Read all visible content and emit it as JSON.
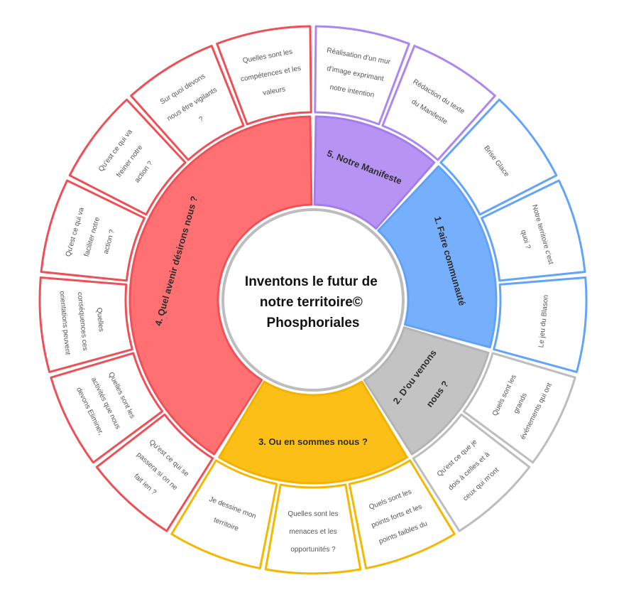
{
  "center": {
    "title_lines": [
      "Inventons le futur de",
      "notre territoire©",
      "Phosphoriales"
    ]
  },
  "sections": [
    {
      "id": "manifeste",
      "label": "5. Notre Manifeste",
      "fill": "#b794f4",
      "stroke": "#a47de9",
      "card_stroke": "#ad86f0",
      "cards": [
        {
          "lines": [
            "Réalisation d'un mur",
            "d'image exprimant",
            "notre intention"
          ]
        },
        {
          "lines": [
            "Rédaction du texte",
            "du Manifeste"
          ]
        }
      ]
    },
    {
      "id": "communaute",
      "label": "1. Faire communauté",
      "fill": "#76b0fc",
      "stroke": "#62a2f6",
      "card_stroke": "#62a4fa",
      "cards": [
        {
          "lines": [
            "Brise Glace"
          ]
        },
        {
          "lines": [
            "Notre territoire c'est",
            "quoi ?"
          ]
        },
        {
          "lines": [
            "Le jeu du Blason"
          ]
        }
      ]
    },
    {
      "id": "origine",
      "label_lines": [
        "2. D'ou venons",
        "nous ?"
      ],
      "fill": "#c3c3c3",
      "stroke": "#b4b4b4",
      "card_stroke": "#bdbdbd",
      "cards": [
        {
          "lines": [
            "Quels sont les",
            "grands",
            "événements qui ont"
          ]
        },
        {
          "lines": [
            "Qu'est ce que je",
            "dois à celles et à",
            "ceux qui m'ont"
          ]
        }
      ]
    },
    {
      "id": "etat",
      "label": "3. Ou en sommes nous ?",
      "fill": "#fbbf17",
      "stroke": "#f2b200",
      "card_stroke": "#f4b800",
      "cards": [
        {
          "lines": [
            "Quels sont les",
            "points forts et les",
            "points faibles du"
          ]
        },
        {
          "lines": [
            "Quelles sont les",
            "menaces et les",
            "opportunités ?"
          ]
        },
        {
          "lines": [
            "Je dessine mon",
            "territoire"
          ]
        }
      ]
    },
    {
      "id": "avenir",
      "label": "4. Quel avenir désirons nous ?",
      "fill": "#ff7072",
      "stroke": "#ee5258",
      "card_stroke": "#ee5058",
      "cards": [
        {
          "lines": [
            "Qu'est ce qui se",
            "passera si on ne",
            "fait ïen ?"
          ]
        },
        {
          "lines": [
            "Quelles sont les",
            "activités que nous",
            "devons Eliminer,"
          ]
        },
        {
          "lines": [
            "Quelles",
            "conséquences ces",
            "orientations peuvent"
          ]
        },
        {
          "lines": [
            "Qu'est ce qui va",
            "faciliter notre",
            "action ?"
          ]
        },
        {
          "lines": [
            "Qu'est ce qui va",
            "freiner notre",
            "action ?"
          ]
        },
        {
          "lines": [
            "Sur quoi devons",
            "nous être vigilants",
            "?"
          ]
        },
        {
          "lines": [
            "Quelles sont les",
            "compétences et les",
            "valeurs"
          ]
        }
      ]
    }
  ]
}
